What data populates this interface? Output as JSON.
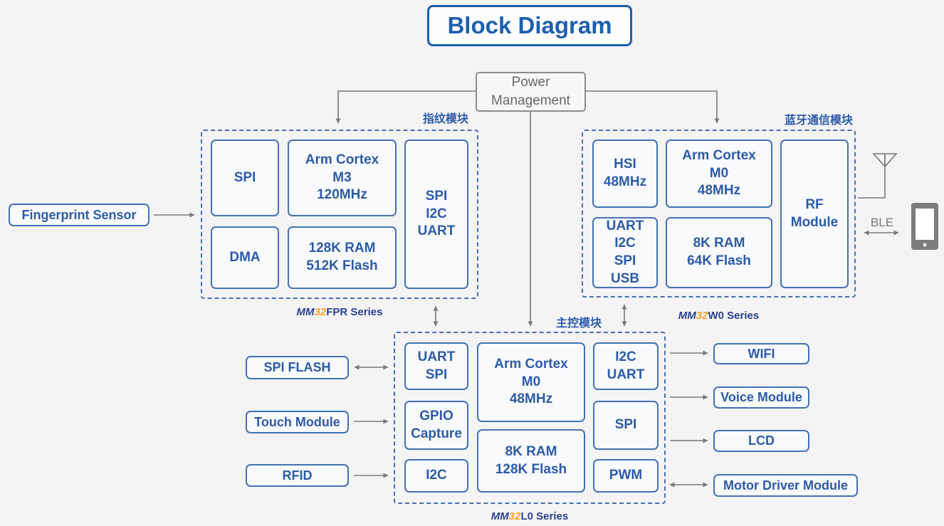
{
  "title": "Block Diagram",
  "power_management": "Power\nManagement",
  "fingerprint_module": {
    "tag": "指纹模块",
    "series": {
      "mm": "MM",
      "num": "32",
      "name": "FPR Series"
    },
    "blocks": {
      "spi": "SPI",
      "cpu": "Arm Cortex\nM3\n120MHz",
      "dma": "DMA",
      "memory": "128K RAM\n512K Flash",
      "interfaces": "SPI\nI2C\nUART"
    }
  },
  "bluetooth_module": {
    "tag": "蓝牙通信模块",
    "series": {
      "mm": "MM",
      "num": "32",
      "name": "W0 Series"
    },
    "blocks": {
      "hsi": "HSI\n48MHz",
      "cpu": "Arm Cortex\nM0\n48MHz",
      "interfaces": "UART\nI2C\nSPI\nUSB",
      "memory": "8K RAM\n64K Flash",
      "rf": "RF\nModule"
    }
  },
  "main_module": {
    "tag": "主控模块",
    "series": {
      "mm": "MM",
      "num": "32",
      "name": "L0 Series"
    },
    "blocks": {
      "uart_spi": "UART\nSPI",
      "cpu": "Arm Cortex\nM0\n48MHz",
      "i2c_uart": "I2C\nUART",
      "gpio_capture": "GPIO\nCapture",
      "spi": "SPI",
      "memory": "8K RAM\n128K Flash",
      "i2c": "I2C",
      "pwm": "PWM"
    }
  },
  "peripherals": {
    "fingerprint_sensor": "Fingerprint Sensor",
    "spi_flash": "SPI FLASH",
    "touch_module": "Touch Module",
    "rfid": "RFID",
    "wifi": "WIFI",
    "voice_module": "Voice Module",
    "lcd": "LCD",
    "motor_driver": "Motor Driver Module",
    "ble": "BLE"
  },
  "colors": {
    "background": "#f4f4f5",
    "box_border_blue": "#4472b4",
    "text_blue": "#2d5ba9",
    "title_blue": "#1d5fae",
    "series_navy": "#2a3f92",
    "series_orange": "#f6a21d",
    "connector_gray": "#7a7a7a"
  }
}
